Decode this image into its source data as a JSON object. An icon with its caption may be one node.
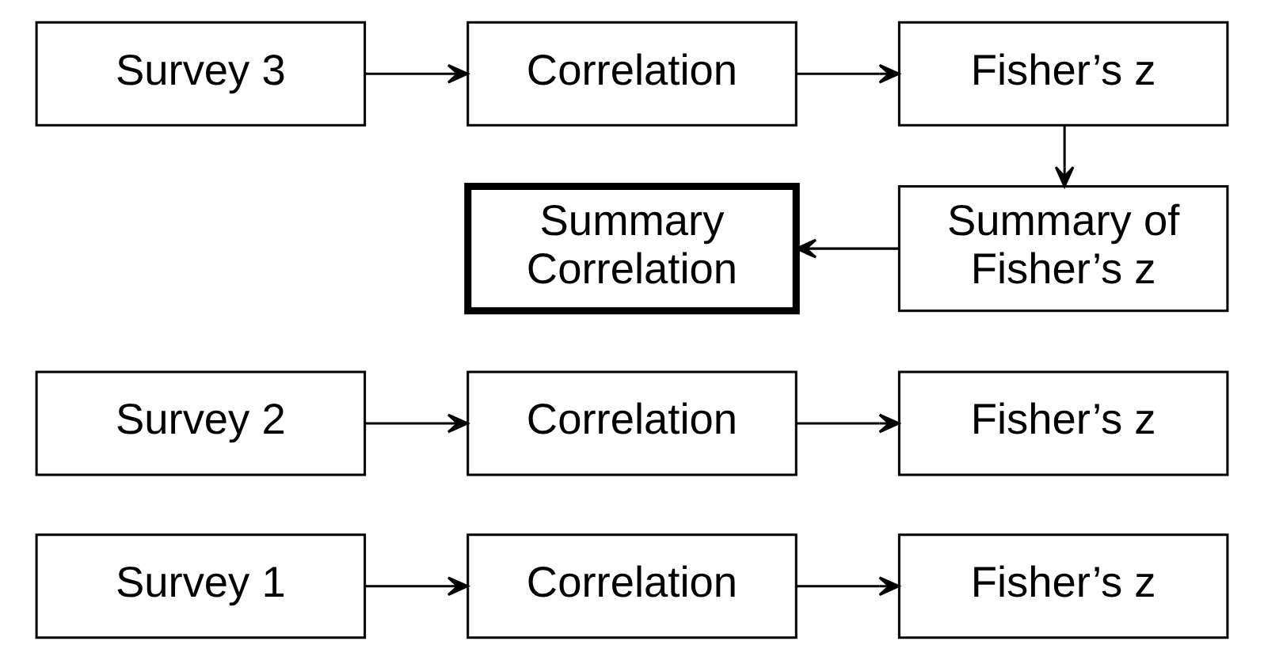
{
  "diagram": {
    "nodes": [
      {
        "text": [
          "Survey 1"
        ]
      },
      {
        "text": [
          "Correlation"
        ]
      },
      {
        "text": [
          "Fisher’s z"
        ]
      },
      {
        "text": [
          "Survey 2"
        ]
      },
      {
        "text": [
          "Correlation"
        ]
      },
      {
        "text": [
          "Fisher’s z"
        ]
      },
      {
        "text": [
          "Survey 3"
        ]
      },
      {
        "text": [
          "Correlation"
        ]
      },
      {
        "text": [
          "Fisher’s z"
        ]
      },
      {
        "text": [
          "Summary Correlation"
        ]
      },
      {
        "text": [
          "Summary of Fisher’s z"
        ]
      }
    ],
    "edges": [
      {
        "from": 0,
        "to": 1,
        "arrow": "to"
      },
      {
        "from": 1,
        "to": 2,
        "arrow": "to"
      },
      {
        "from": 3,
        "to": 4,
        "arrow": "to"
      },
      {
        "from": 4,
        "to": 5,
        "arrow": "to"
      },
      {
        "from": 6,
        "to": 7,
        "arrow": "to"
      },
      {
        "from": 7,
        "to": 8,
        "arrow": "to"
      },
      {
        "from": 8,
        "to": 10,
        "arrow": "to"
      },
      {
        "from": 10,
        "to": 9,
        "arrow": "to"
      }
    ]
  }
}
